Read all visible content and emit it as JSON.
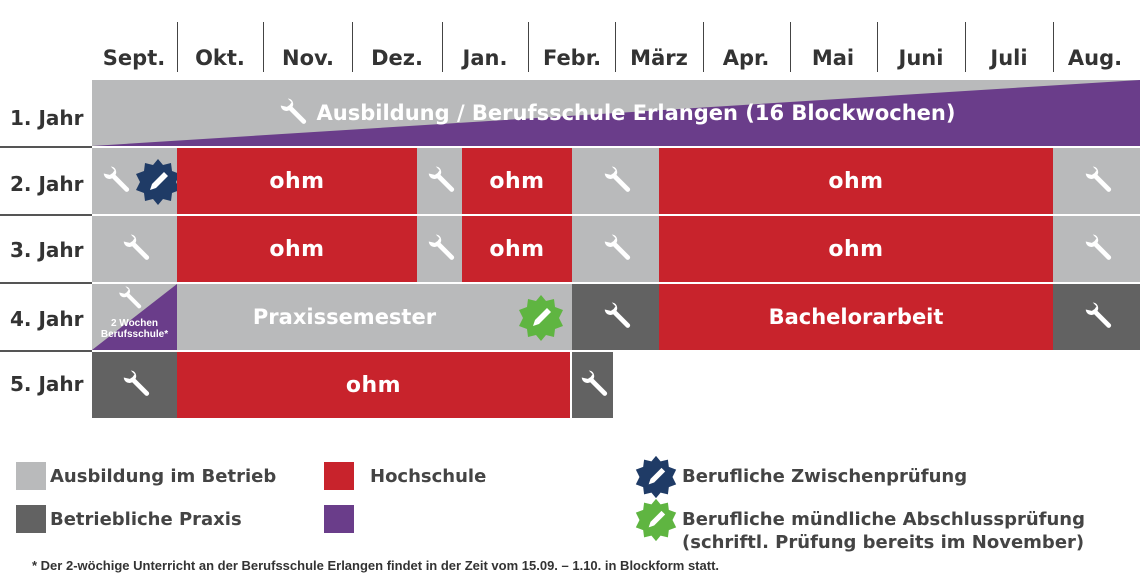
{
  "months": [
    "Sept.",
    "Okt.",
    "Nov.",
    "Dez.",
    "Jan.",
    "Febr.",
    "März",
    "Apr.",
    "Mai",
    "Juni",
    "Juli",
    "Aug."
  ],
  "years": [
    "1. Jahr",
    "2. Jahr",
    "3. Jahr",
    "4. Jahr",
    "5. Jahr"
  ],
  "year1_label": "Ausbildung / Berufsschule Erlangen (16 Blockwochen)",
  "ohm": "ohm",
  "praxissemester": "Praxissemester",
  "bachelorarbeit": "Bachelorarbeit",
  "berufsschule_note_line1": "2 Wochen",
  "berufsschule_note_line2": "Berufsschule*",
  "legend": {
    "ausbildung": "Ausbildung im Betrieb",
    "hochschule": "Hochschule",
    "betriebliche_praxis": "Betriebliche Praxis",
    "zwischenpruefung": "Berufliche Zwischenprüfung",
    "abschlusspruefung_line1": "Berufliche mündliche Abschlussprüfung",
    "abschlusspruefung_line2": "(schriftl. Prüfung bereits im November)"
  },
  "footnote": "* Der 2-wöchige Unterricht an der Berufsschule Erlangen findet in der Zeit vom 15.09. – 1.10. in Blockform statt.",
  "colors": {
    "light_gray": "#b9babb",
    "dark_gray": "#626262",
    "red": "#c8232c",
    "purple": "#6a3d8a",
    "badge_blue": "#1f3b66",
    "badge_green": "#5fb541"
  }
}
